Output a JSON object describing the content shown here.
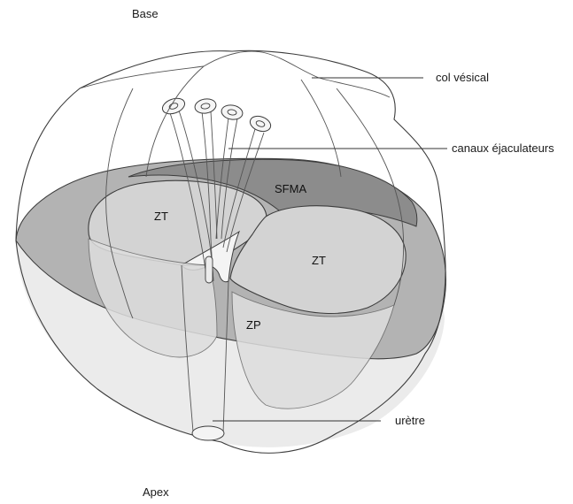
{
  "labels": {
    "base": "Base",
    "apex": "Apex",
    "col_vesical": "col vésical",
    "canaux": "canaux éjaculateurs",
    "uretre": "urètre"
  },
  "zones": {
    "zt_left": "ZT",
    "zt_right": "ZT",
    "sfma": "SFMA",
    "zp": "ZP"
  },
  "colors": {
    "sfma": "#8c8c8c",
    "section_band": "#b3b3b3",
    "zt_fill": "#d3d3d3",
    "lower_body": "#ebebeb",
    "outline": "#3c3c3c"
  }
}
